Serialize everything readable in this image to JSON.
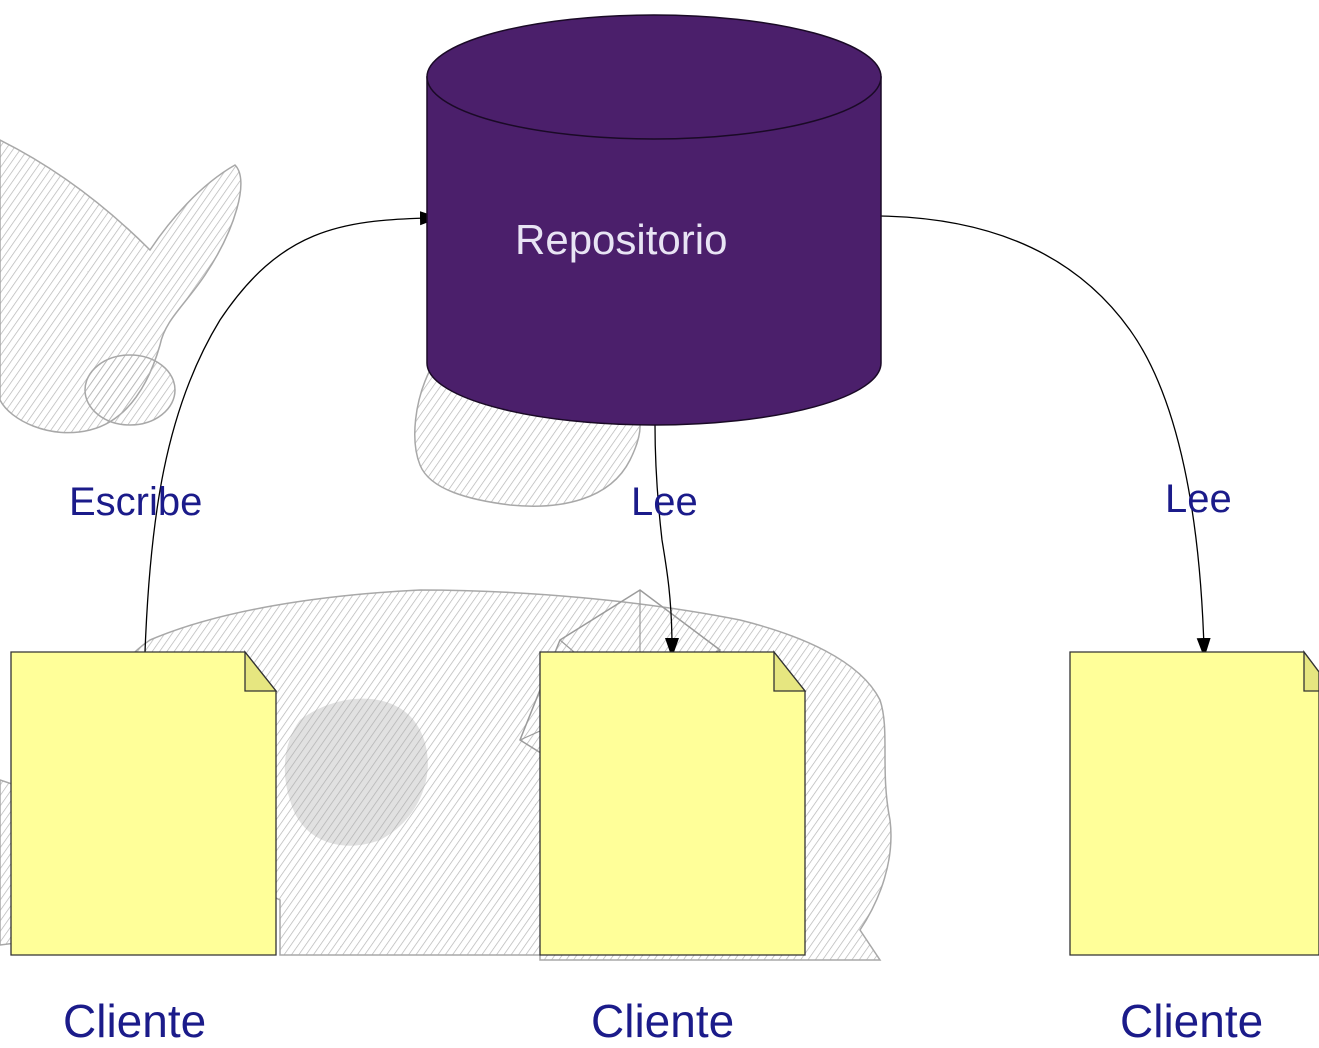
{
  "repository": {
    "label": "Repositorio"
  },
  "edges": [
    {
      "label": "Escribe"
    },
    {
      "label": "Lee"
    },
    {
      "label": "Lee"
    }
  ],
  "clients": [
    {
      "label": "Cliente"
    },
    {
      "label": "Cliente"
    },
    {
      "label": "Cliente"
    }
  ],
  "colors": {
    "repository_fill": "#4b1f6b",
    "client_fill": "#ffff99",
    "client_fold": "#e6e680",
    "text": "#1b1b8a",
    "repository_text": "#e8e4f4",
    "watermark": "#bdbdbd"
  }
}
